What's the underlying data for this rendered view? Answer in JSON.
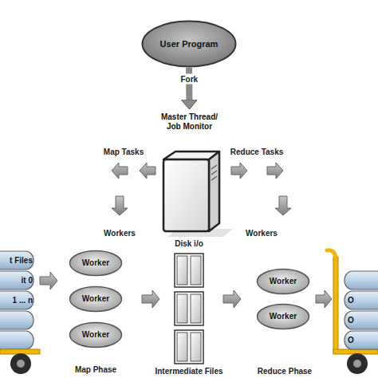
{
  "diagram": {
    "nodes": [
      {
        "text": [
          "User Program"
        ]
      },
      {
        "text": [
          "Master Thread/ Job Monitor"
        ]
      },
      {
        "text": [
          "t Files"
        ]
      },
      {
        "text": [
          "it 0"
        ]
      },
      {
        "text": [
          "1 ... n"
        ]
      },
      {
        "text": [
          "Worker"
        ]
      },
      {
        "text": [
          "Worker"
        ]
      },
      {
        "text": [
          "Worker"
        ]
      },
      {
        "text": [
          "Worker"
        ]
      },
      {
        "text": [
          "Worker"
        ]
      },
      {
        "text": [
          "O"
        ]
      },
      {
        "text": [
          "O"
        ]
      },
      {
        "text": [
          "O"
        ]
      }
    ],
    "edges": [
      {
        "from": 0,
        "to": 1,
        "label": "Fork",
        "arrow": "to"
      }
    ],
    "labels": [
      "Map Tasks",
      "Reduce Tasks",
      "Workers",
      "Workers",
      "Disk i/o",
      "Map Phase",
      "Intermediate Files",
      "Reduce Phase"
    ]
  }
}
